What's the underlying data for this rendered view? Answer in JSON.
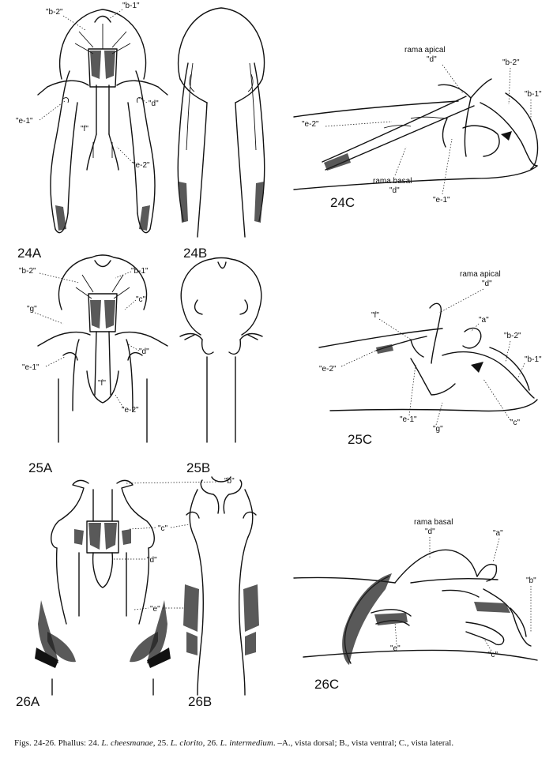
{
  "figures": {
    "f24A": "24A",
    "f24B": "24B",
    "f24C": "24C",
    "f25A": "25A",
    "f25B": "25B",
    "f25C": "25C",
    "f26A": "26A",
    "f26B": "26B",
    "f26C": "26C"
  },
  "labels": {
    "b1": "\"b-1\"",
    "b2": "\"b-2\"",
    "b": "\"b\"",
    "c": "\"c\"",
    "d": "\"d\"",
    "e": "\"e\"",
    "e1": "\"e-1\"",
    "e2": "\"e-2\"",
    "f": "\"f\"",
    "g": "\"g\"",
    "a": "\"a\"",
    "rama_apical": "rama apical",
    "rama_basal": "rama basal"
  },
  "caption": {
    "prefix": "Figs. 24-26. Phallus: 24. ",
    "sp1": "L. cheesmanae",
    "sep1": ", 25. ",
    "sp2": "L. clorito",
    "sep2": ", 26. ",
    "sp3": "L. intermedium",
    "suffix": ". –A., vista dorsal; B., vista ventral; C., vista lateral."
  }
}
